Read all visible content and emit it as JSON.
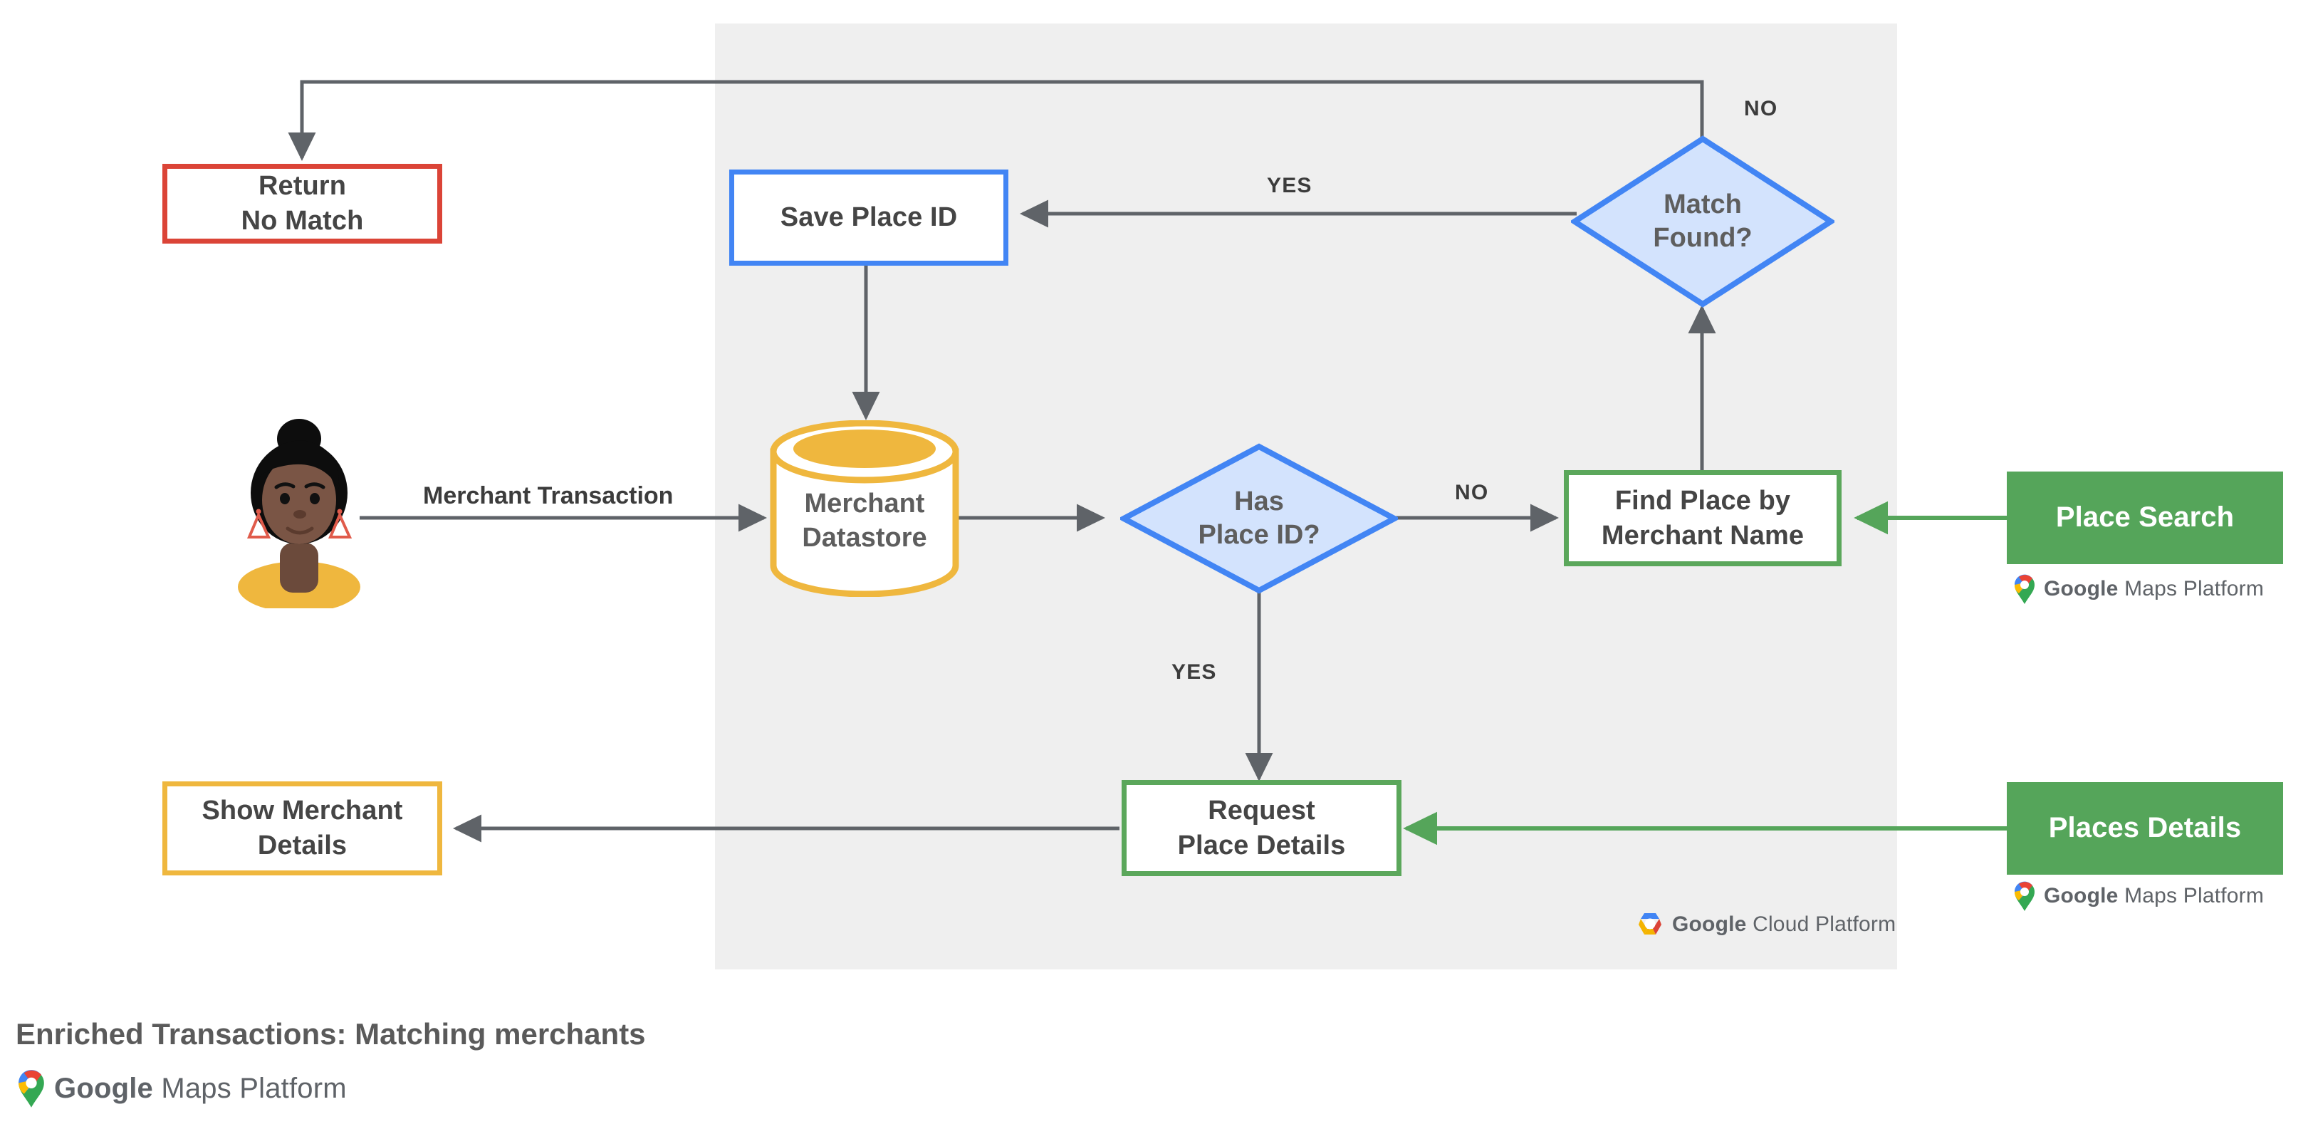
{
  "diagram": {
    "caption": "Enriched Transactions: Matching merchants",
    "caption_logo": {
      "word1": "Google",
      "word2": "Maps Platform",
      "icon": "google-maps-pin-icon"
    },
    "panel": {
      "label": "google-cloud-platform-panel",
      "fill": "#efefef"
    },
    "panel_logo": {
      "word1": "Google",
      "word2": "Cloud Platform",
      "icon": "google-cloud-hexagon-icon"
    },
    "colors": {
      "red": "#DB4437",
      "blue": "#4285F4",
      "blue_fill": "#D3E3FD",
      "green": "#5BA75B",
      "green_fill": "#55A55A",
      "yellow": "#EFB73E",
      "edge": "#5f6368",
      "panel": "#efefef",
      "text": "#454545"
    },
    "actor": {
      "name": "merchant-customer-avatar",
      "alt": "person avatar"
    },
    "nodes": [
      {
        "id": "return-no-match",
        "label": "Return\nNo Match",
        "line1": "Return",
        "line2": "No Match",
        "shape": "box",
        "color": "red"
      },
      {
        "id": "save-place-id",
        "label": "Save Place ID",
        "line1": "Save Place ID",
        "line2": "",
        "shape": "box",
        "color": "blue"
      },
      {
        "id": "match-found",
        "label": "Match\nFound?",
        "line1": "Match",
        "line2": "Found?",
        "shape": "diamond",
        "color": "blue"
      },
      {
        "id": "merchant-datastore",
        "label": "Merchant\nDatastore",
        "line1": "Merchant",
        "line2": "Datastore",
        "shape": "cylinder",
        "color": "yellow"
      },
      {
        "id": "has-place-id",
        "label": "Has\nPlace ID?",
        "line1": "Has",
        "line2": "Place ID?",
        "shape": "diamond",
        "color": "blue"
      },
      {
        "id": "find-place-by-merchant-name",
        "label": "Find Place by\nMerchant Name",
        "line1": "Find Place by",
        "line2": "Merchant Name",
        "shape": "box",
        "color": "green"
      },
      {
        "id": "place-search",
        "label": "Place Search",
        "line1": "Place Search",
        "line2": "",
        "shape": "filled-box",
        "color": "green"
      },
      {
        "id": "request-place-details",
        "label": "Request\nPlace Details",
        "line1": "Request",
        "line2": "Place Details",
        "shape": "box",
        "color": "green"
      },
      {
        "id": "places-details",
        "label": "Places Details",
        "line1": "Places Details",
        "line2": "",
        "shape": "filled-box",
        "color": "green"
      },
      {
        "id": "show-merchant-details",
        "label": "Show Merchant\nDetails",
        "line1": "Show Merchant",
        "line2": "Details",
        "shape": "box",
        "color": "yellow"
      }
    ],
    "edge_labels": [
      {
        "id": "merchant-transaction-label",
        "text": "Merchant Transaction"
      },
      {
        "id": "yes-match-found-label",
        "text": "YES"
      },
      {
        "id": "no-match-found-label",
        "text": "NO"
      },
      {
        "id": "no-has-place-id-label",
        "text": "NO"
      },
      {
        "id": "yes-has-place-id-label",
        "text": "YES"
      }
    ]
  }
}
